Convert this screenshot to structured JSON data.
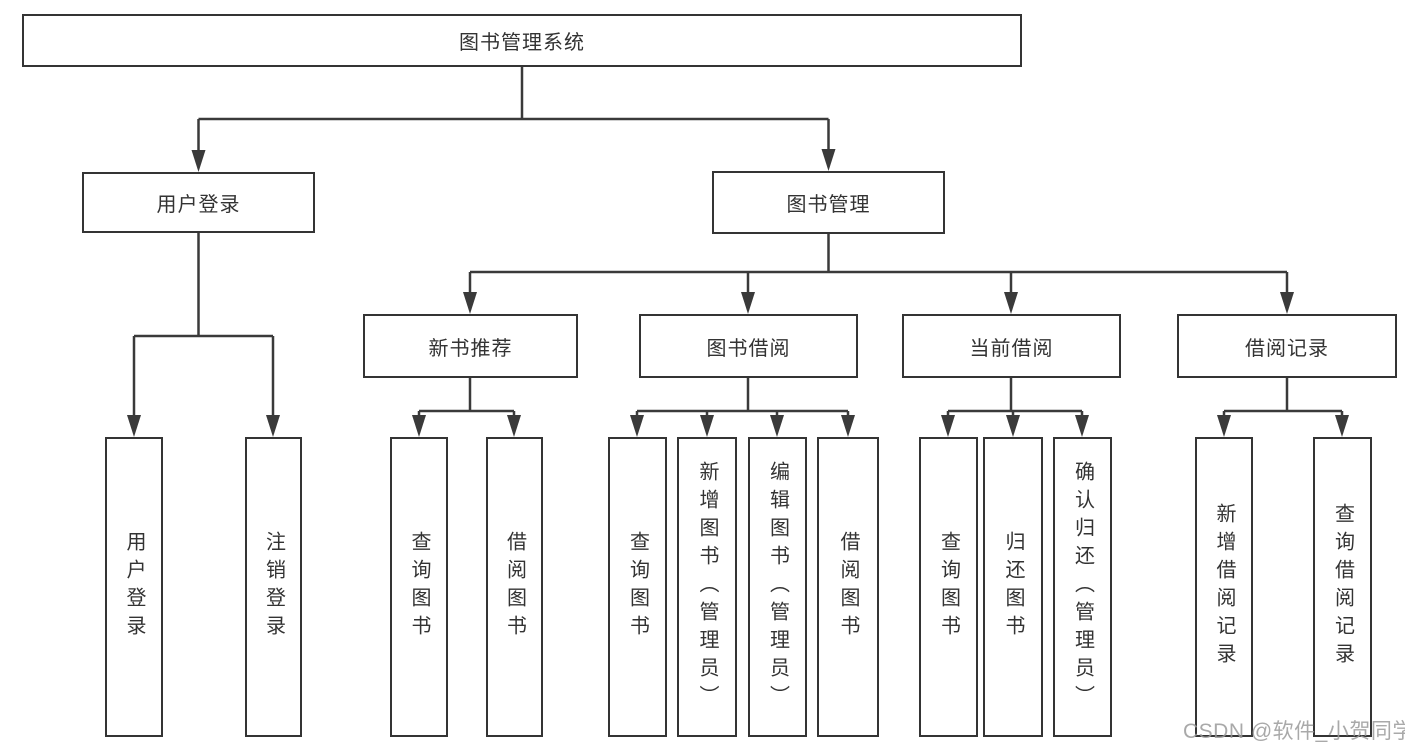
{
  "page": {
    "background": "#ffffff",
    "watermark": "CSDN @软件_小贺同学",
    "colors": {
      "line": "#3a3a3a",
      "box_border": "#343434",
      "text": "#333333",
      "node_background": "#ffffff",
      "watermark_text": "#9a9a9a"
    }
  },
  "tree": {
    "label": "图书管理系统",
    "children": [
      {
        "label": "用户登录",
        "children": [
          {
            "label": "用户登录"
          },
          {
            "label": "注销登录"
          }
        ]
      },
      {
        "label": "图书管理",
        "children": [
          {
            "label": "新书推荐",
            "children": [
              {
                "label": "查询图书"
              },
              {
                "label": "借阅图书"
              }
            ]
          },
          {
            "label": "图书借阅",
            "children": [
              {
                "label": "查询图书"
              },
              {
                "label": "新增图书（管理员）"
              },
              {
                "label": "编辑图书（管理员）"
              },
              {
                "label": "借阅图书"
              }
            ]
          },
          {
            "label": "当前借阅",
            "children": [
              {
                "label": "查询图书"
              },
              {
                "label": "归还图书"
              },
              {
                "label": "确认归还（管理员）"
              }
            ]
          },
          {
            "label": "借阅记录",
            "children": [
              {
                "label": "新增借阅记录"
              },
              {
                "label": "查询借阅记录"
              }
            ]
          }
        ]
      }
    ]
  }
}
